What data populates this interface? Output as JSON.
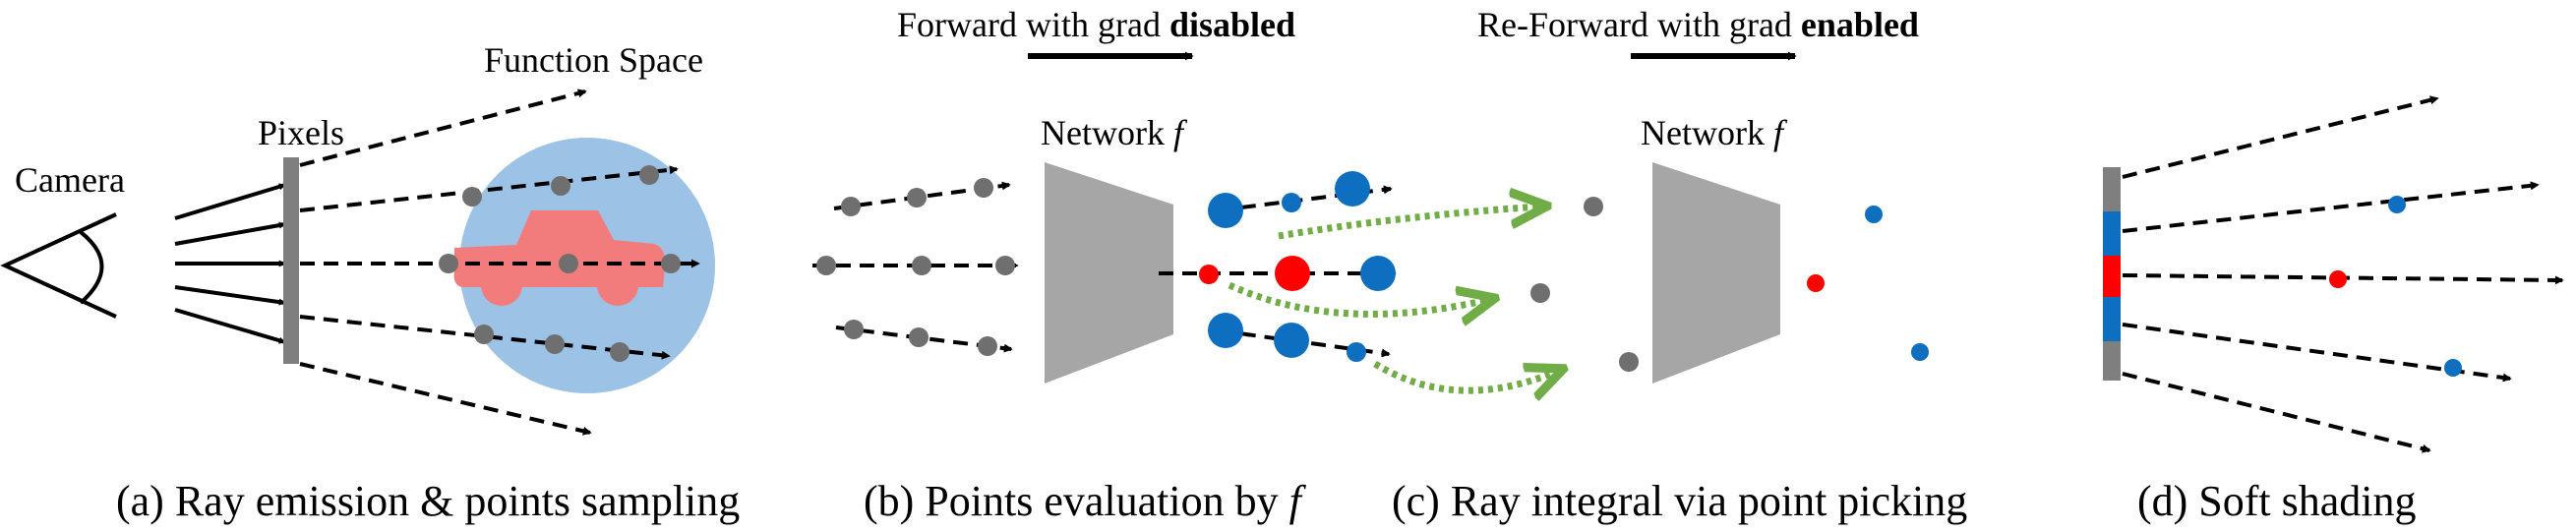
{
  "panel_a": {
    "camera": "Camera",
    "pixels": "Pixels",
    "function_space": "Function Space",
    "caption": "(a) Ray emission & points sampling"
  },
  "panel_b": {
    "header_prefix": "Forward with grad ",
    "header_bold": "disabled",
    "network_prefix": "Network ",
    "network_symbol": "f",
    "caption_prefix": "(b) Points evaluation by ",
    "caption_symbol": "f"
  },
  "panel_c": {
    "header_prefix": "Re-Forward with grad ",
    "header_bold": "enabled",
    "network_prefix": "Network ",
    "network_symbol": "f",
    "caption": "(c) Ray integral via point picking"
  },
  "panel_d": {
    "caption": "(d) Soft shading"
  },
  "colors": {
    "gray_point": "#6f6f6f",
    "blue_point": "#0e6fc0",
    "red_point": "#ff0000",
    "sphere": "#9cc3e6",
    "car": "#f27b7b",
    "network": "#a6a6a6",
    "arrow_green": "#70ad47",
    "pixel_bar": "#7f7f7f"
  }
}
